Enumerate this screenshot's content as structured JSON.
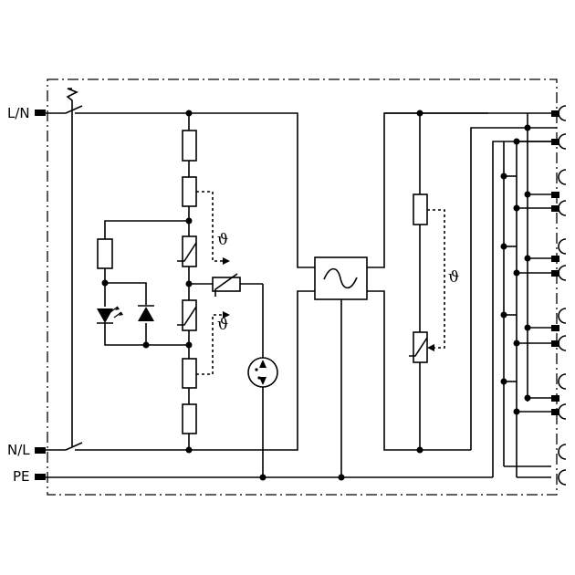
{
  "terminals": {
    "ln": "L/N",
    "nl": "N/L",
    "pe": "PE"
  },
  "symbols": {
    "theta": "ϑ"
  },
  "colors": {
    "line": "#000000",
    "background": "#ffffff"
  }
}
